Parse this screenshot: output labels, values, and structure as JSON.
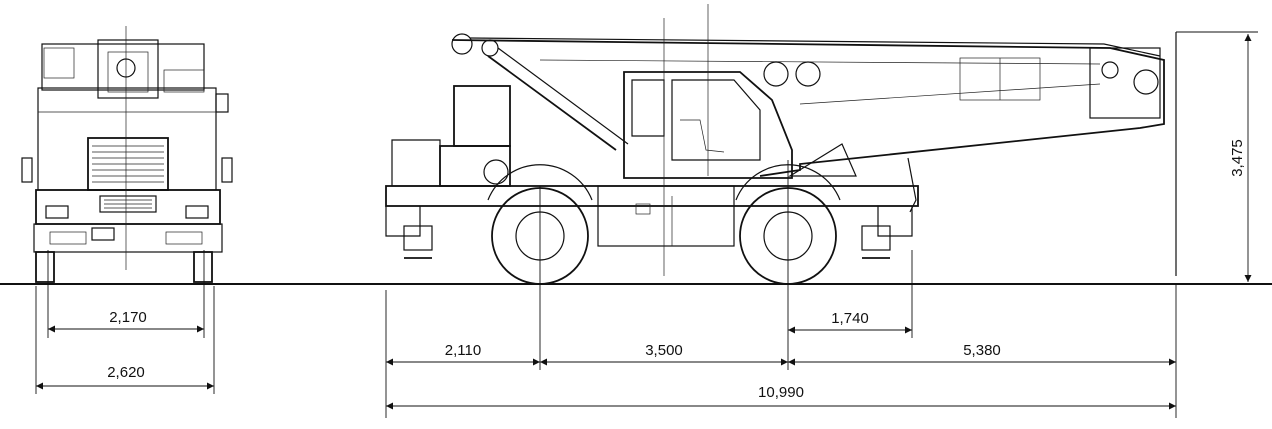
{
  "dimensions": {
    "front_track_inner": "2,170",
    "front_overall_width": "2,620",
    "height": "3,475",
    "front_overhang": "2,110",
    "wheelbase": "3,500",
    "rear_outrigger": "1,740",
    "rear_overhang": "5,380",
    "overall_length": "10,990"
  },
  "colors": {
    "ink": "#111111",
    "background": "#ffffff"
  }
}
